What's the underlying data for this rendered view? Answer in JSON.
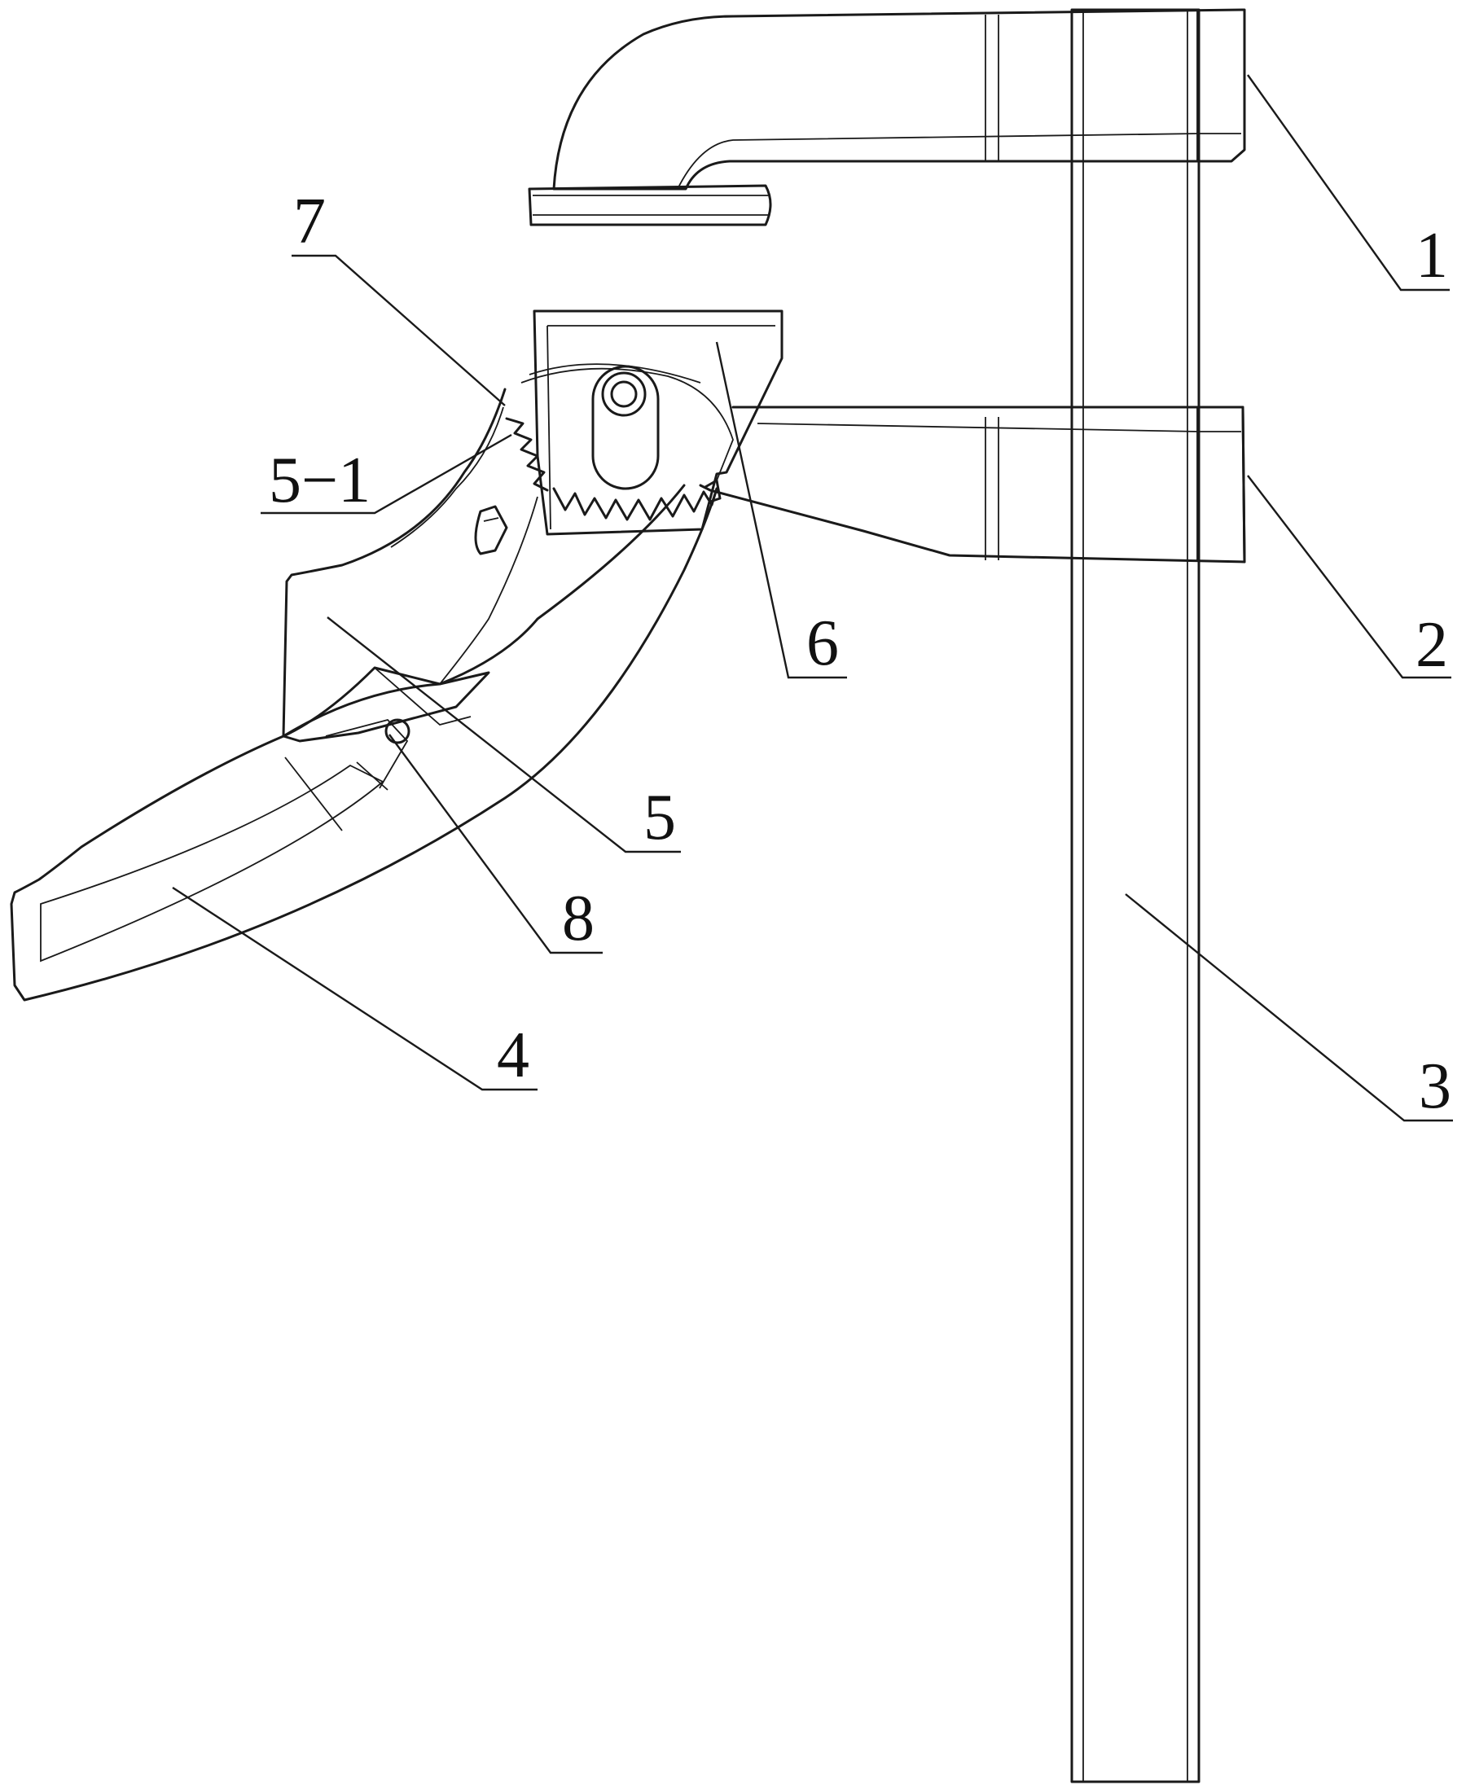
{
  "labels": {
    "l1": "1",
    "l2": "2",
    "l3": "3",
    "l4": "4",
    "l5": "5",
    "l5_1": "5−1",
    "l6": "6",
    "l7": "7",
    "l8": "8"
  },
  "colors": {
    "line": "#1a1a1a",
    "background": "#ffffff"
  }
}
